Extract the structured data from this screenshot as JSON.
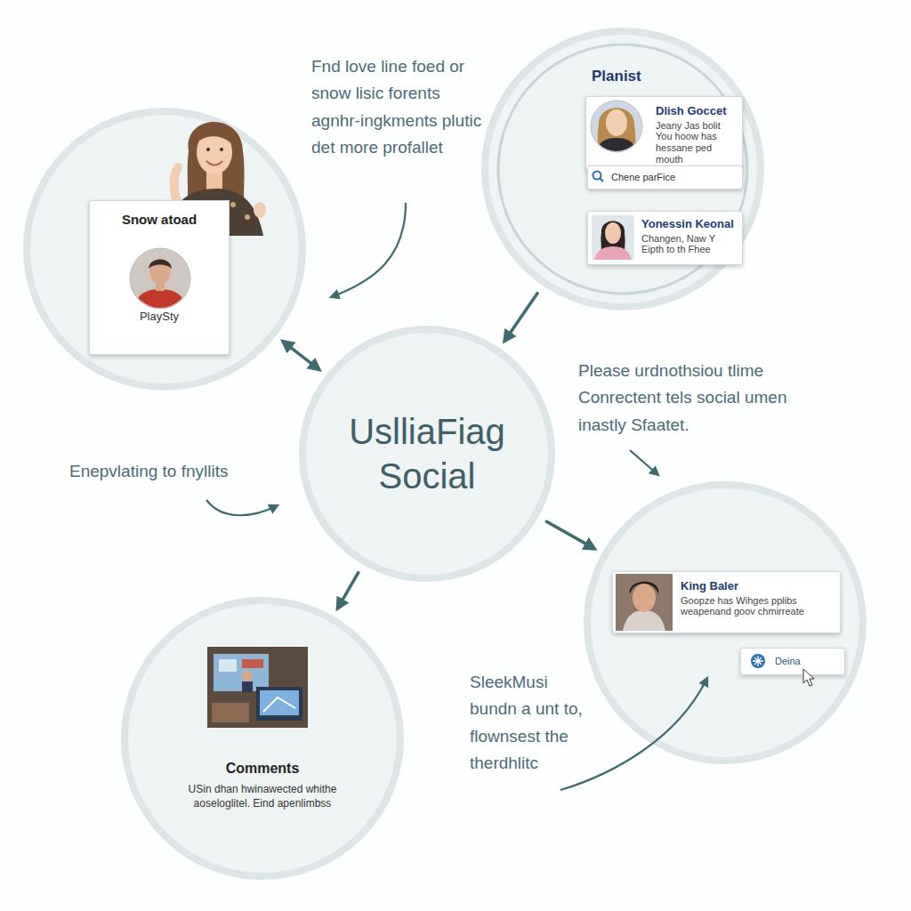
{
  "diagram": {
    "nodes": [
      {
        "text": []
      },
      {
        "text": [
          "Snow atoad",
          "PlaySty"
        ],
        "in": 0
      },
      {
        "text": [
          "Planist"
        ]
      },
      {
        "text": [
          "Dlish Goccet",
          "Jeany Jas bolit You hoow has hessane ped mouth"
        ],
        "in": 2
      },
      {
        "text": [
          "Chene parFice"
        ],
        "in": 2
      },
      {
        "text": [
          "Yonessin Keonal",
          "Changen, Naw Y Eipth to th Fhee"
        ],
        "in": 2
      },
      {
        "text": [
          "UslliaFiag Social"
        ]
      },
      {
        "text": [
          "Comments",
          "USin dhan hwinawected whithe aoseloglitel. Eind apenlimbss"
        ]
      },
      {
        "text": []
      },
      {
        "text": [
          "King Baler",
          "Goopze has Wihges pplibs weapenand goov chmirreate"
        ],
        "in": 8
      },
      {
        "text": [
          "Deina"
        ],
        "in": 8
      }
    ],
    "edges": [
      {
        "from": 0,
        "to": 6,
        "arrow": "both"
      },
      {
        "from": 2,
        "to": 6,
        "arrow": "to"
      },
      {
        "from": 6,
        "to": 7,
        "arrow": "to"
      },
      {
        "from": 6,
        "to": 8,
        "arrow": "to"
      }
    ],
    "labels": [
      "Fnd love line foed or snow lisic forents agnhr-ingkments plutic det more profallet",
      "Please urdnothsiou tlime Conrectent tels social umen inastly Sfaatet.",
      "Enepvlating to fnyllits",
      "SleekMusi bundn a unt to, flownsest the therdhlitc"
    ]
  }
}
